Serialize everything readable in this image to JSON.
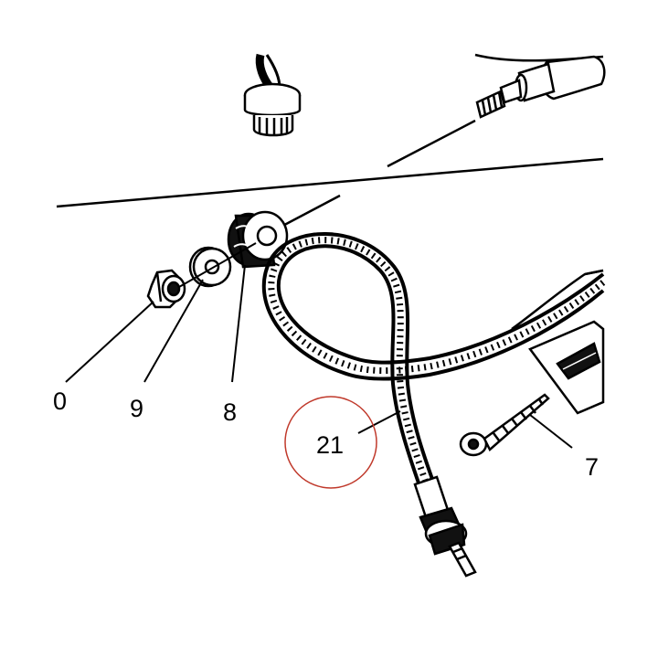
{
  "callouts": {
    "c0": "0",
    "c9": "9",
    "c8": "8",
    "c21": "21",
    "c7": "7"
  },
  "colors": {
    "ink": "#000000",
    "paper": "#ffffff",
    "highlight_circle": "#c0392b"
  }
}
